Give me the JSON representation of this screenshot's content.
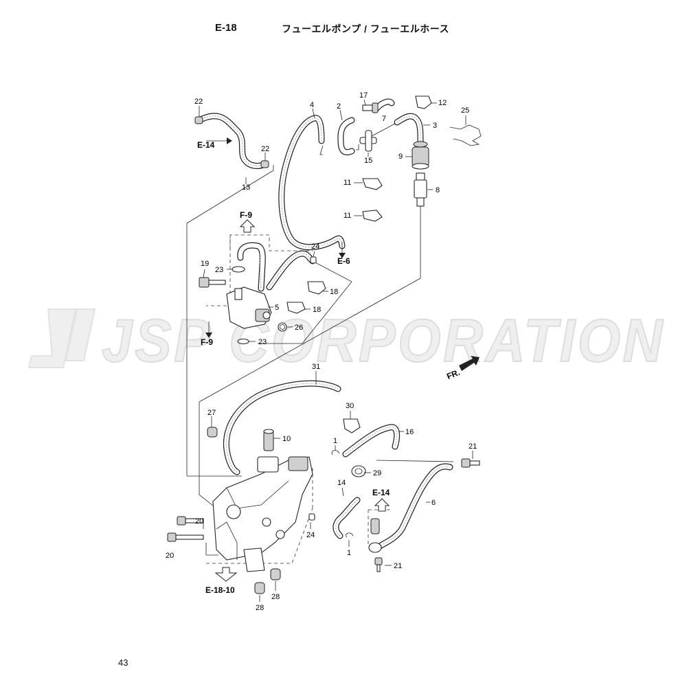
{
  "header": {
    "page_code": "E-18",
    "title": "フューエルポンプ / フューエルホース"
  },
  "watermark": "JSP CORPORATION",
  "footer": {
    "page_number": "43"
  },
  "direction_label": "FR.",
  "references": {
    "e14_upper": "E-14",
    "e6": "E-6",
    "f9_top": "F-9",
    "f9_bottom": "F-9",
    "e14_lower": "E-14",
    "e18_10": "E-18-10"
  },
  "callouts": {
    "c22a": "22",
    "c22b": "22",
    "c13": "13",
    "c4": "4",
    "c2": "2",
    "c17": "17",
    "c7": "7",
    "c15": "15",
    "c12": "12",
    "c3": "3",
    "c25": "25",
    "c9": "9",
    "c8": "8",
    "c11a": "11",
    "c11b": "11",
    "c24a": "24",
    "c19": "19",
    "c23a": "23",
    "c5": "5",
    "c18a": "18",
    "c18b": "18",
    "c26": "26",
    "c23b": "23",
    "c31": "31",
    "c27": "27",
    "c10": "10",
    "c30": "30",
    "c16": "16",
    "c1a": "1",
    "c21a": "21",
    "c29": "29",
    "c14": "14",
    "c6": "6",
    "c20a": "20",
    "c20b": "20",
    "c24b": "24",
    "c1b": "1",
    "c21b": "21",
    "c28a": "28",
    "c28b": "28"
  }
}
